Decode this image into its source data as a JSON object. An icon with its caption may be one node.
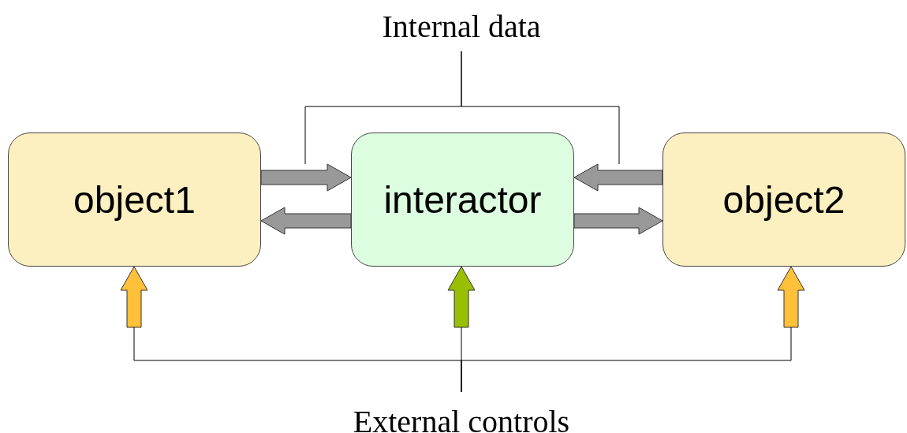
{
  "diagram": {
    "nodes": [
      {
        "text": [
          "object1"
        ]
      },
      {
        "text": [
          "interactor"
        ]
      },
      {
        "text": [
          "object2"
        ]
      },
      {
        "text": [
          "Internal data"
        ]
      },
      {
        "text": [
          "External controls"
        ]
      }
    ],
    "edges": [
      {
        "from": 0,
        "to": 1,
        "arrow": "to",
        "style": "thick"
      },
      {
        "from": 1,
        "to": 0,
        "arrow": "to",
        "style": "thick"
      },
      {
        "from": 2,
        "to": 1,
        "arrow": "to",
        "style": "thick"
      },
      {
        "from": 1,
        "to": 2,
        "arrow": "to",
        "style": "thick"
      },
      {
        "from": null,
        "to": 0,
        "arrow": "to",
        "style": "thick",
        "color": "#ffc03a"
      },
      {
        "from": null,
        "to": 1,
        "arrow": "to",
        "style": "thick",
        "color": "#99c000"
      },
      {
        "from": null,
        "to": 2,
        "arrow": "to",
        "style": "thick",
        "color": "#ffc03a"
      },
      {
        "from": 3,
        "to": null,
        "arrow": "none"
      },
      {
        "from": 3,
        "to": null,
        "arrow": "none"
      },
      {
        "from": 4,
        "to": null,
        "arrow": "none"
      },
      {
        "from": 4,
        "to": null,
        "arrow": "none"
      },
      {
        "from": 4,
        "to": null,
        "arrow": "none"
      }
    ]
  }
}
